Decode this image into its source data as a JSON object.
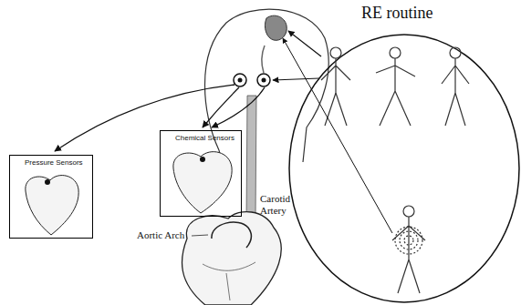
{
  "diagram": {
    "title": "RE routine",
    "nodes": [
      {
        "text": [
          "Pressure Sensors"
        ]
      },
      {
        "text": [
          "Chemical Sensors"
        ]
      }
    ],
    "labels": [
      "Carotid Artery",
      "Aortic Arch"
    ]
  }
}
